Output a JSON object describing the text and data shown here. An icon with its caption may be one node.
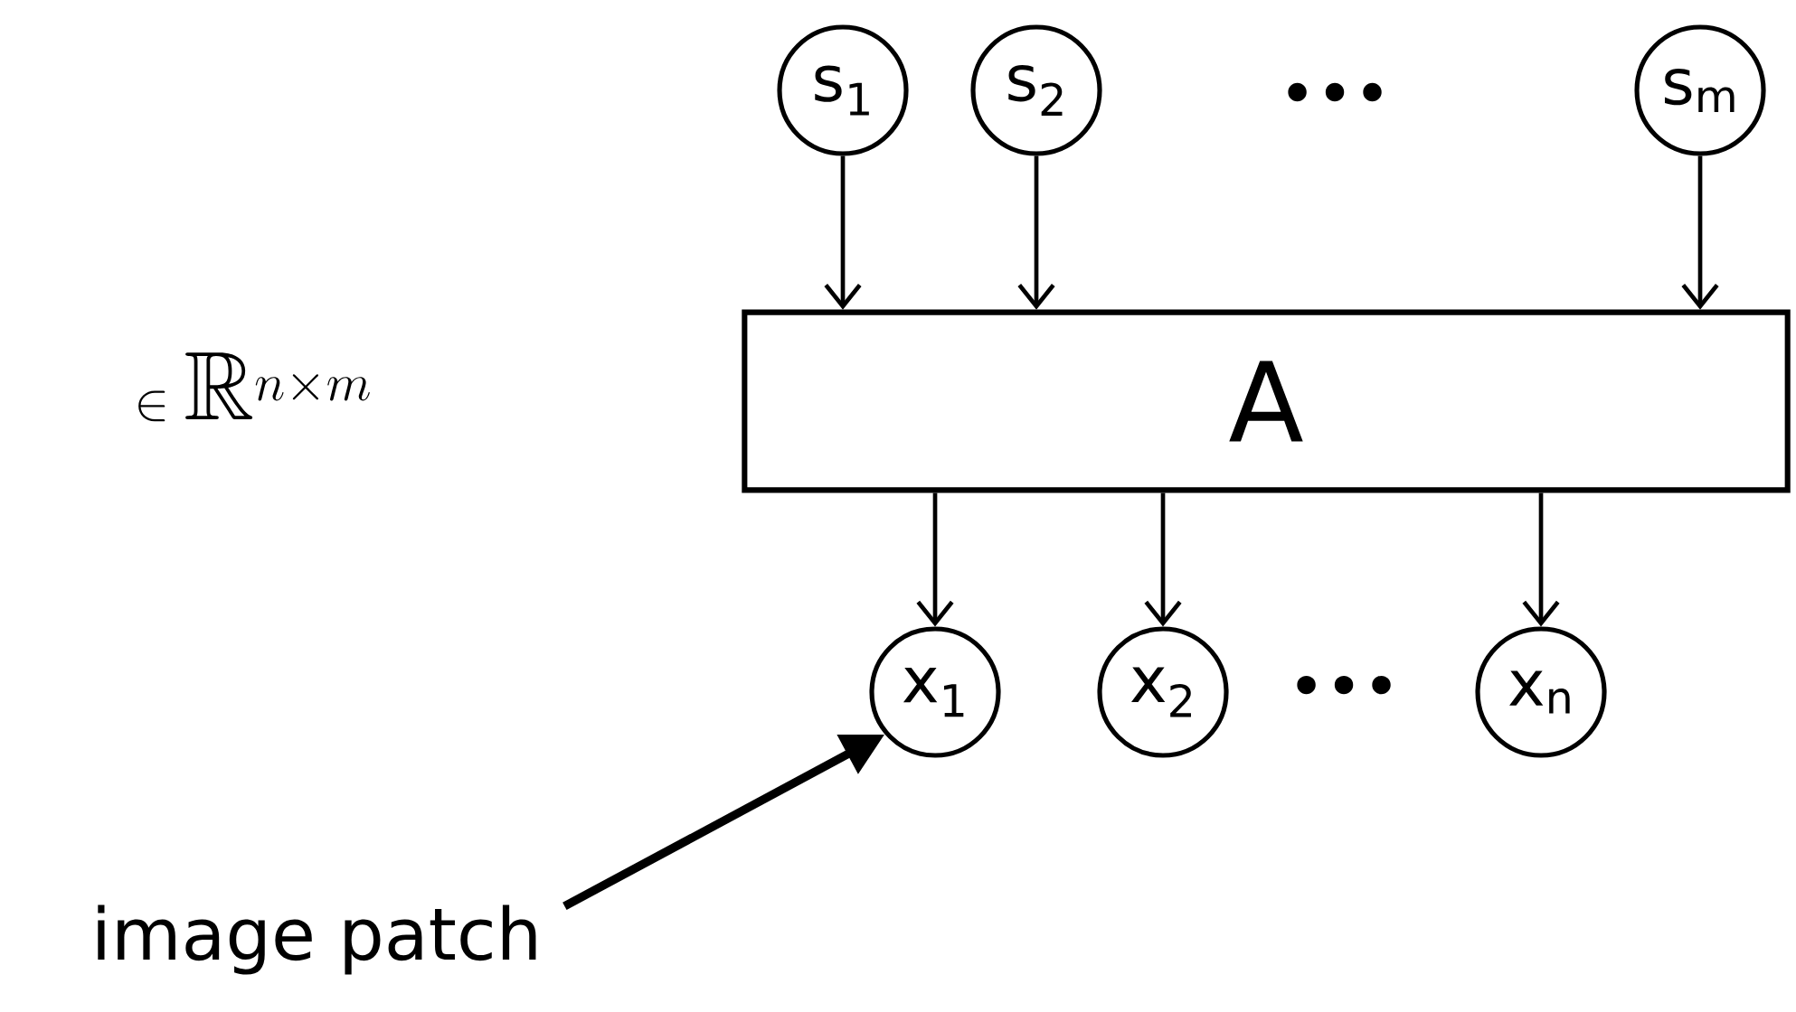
{
  "diagram": {
    "nodes": [
      {
        "text": [
          "s$_{1}$"
        ]
      },
      {
        "text": [
          "s$_{2}$"
        ]
      },
      {
        "text": [
          "s$_{m}$"
        ]
      },
      {
        "text": [
          "A"
        ]
      },
      {
        "text": [
          "x$_{1}$"
        ]
      },
      {
        "text": [
          "x$_{2}$"
        ]
      },
      {
        "text": [
          "x$_{n}$"
        ]
      },
      {
        "text": [
          "image patch"
        ]
      }
    ],
    "edges": [
      {
        "from": 0,
        "to": 3,
        "arrow": "to"
      },
      {
        "from": 1,
        "to": 3,
        "arrow": "to"
      },
      {
        "from": 2,
        "to": 3,
        "arrow": "to"
      },
      {
        "from": 3,
        "to": 4,
        "arrow": "to"
      },
      {
        "from": 3,
        "to": 5,
        "arrow": "to"
      },
      {
        "from": 3,
        "to": 6,
        "arrow": "to"
      },
      {
        "from": 7,
        "to": 4,
        "arrow": "to",
        "style": "thick"
      }
    ],
    "labels": [
      "•••",
      "•••",
      "\\in \\mathbb{R}^{n \\times m}"
    ]
  }
}
